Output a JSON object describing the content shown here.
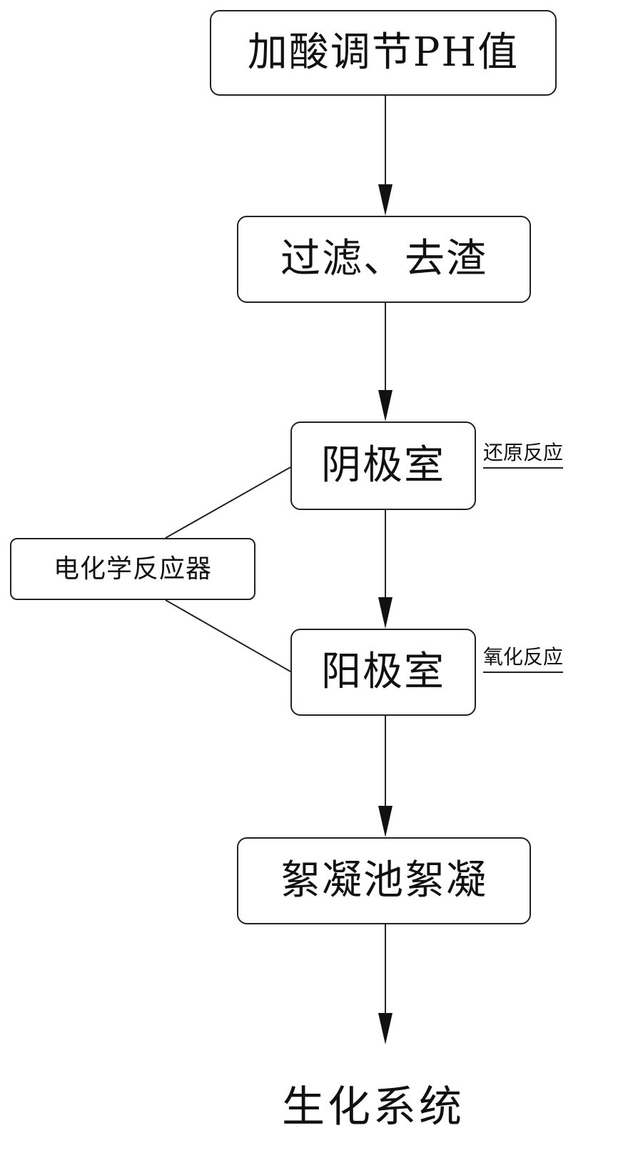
{
  "diagram": {
    "steps": {
      "acid_ph": "加酸调节PH值",
      "filter": "过滤、去渣",
      "cathode": "阴极室",
      "anode": "阳极室",
      "flocculation": "絮凝池絮凝"
    },
    "reactor": "电化学反应器",
    "notes": {
      "cathode": "还原反应",
      "anode": "氧化反应"
    },
    "terminal": "生化系统"
  }
}
